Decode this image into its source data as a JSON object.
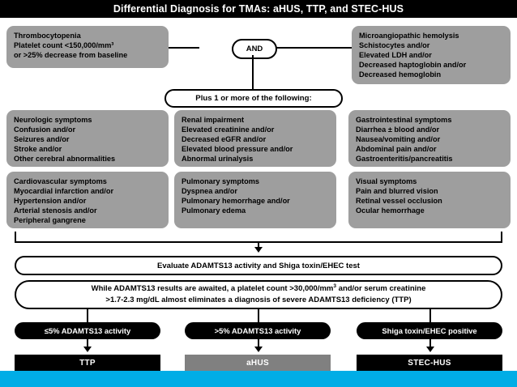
{
  "header": {
    "title": "Differential Diagnosis for TMAs: aHUS, TTP, and STEC-HUS"
  },
  "colors": {
    "header_bg": "#000000",
    "criteria_box_bg": "#9e9e9e",
    "outcome_black": "#000000",
    "outcome_gray": "#808080",
    "footer_accent": "#00ade6",
    "line": "#000000"
  },
  "top_criteria": {
    "left": {
      "title": "Thrombocytopenia",
      "lines": [
        "Platelet count <150,000/mm³",
        "or >25% decrease from baseline"
      ]
    },
    "connector_label": "AND",
    "right": {
      "title": "Microangiopathic hemolysis",
      "lines": [
        "Schistocytes and/or",
        "Elevated LDH and/or",
        "Decreased haptoglobin and/or",
        "Decreased hemoglobin"
      ]
    }
  },
  "plus_label": "Plus 1 or more of the following:",
  "symptom_boxes": [
    {
      "title": "Neurologic symptoms",
      "lines": [
        "Confusion and/or",
        "Seizures and/or",
        "Stroke and/or",
        "Other cerebral abnormalities"
      ]
    },
    {
      "title": "Renal impairment",
      "lines": [
        "Elevated creatinine and/or",
        "Decreased eGFR and/or",
        "Elevated blood pressure and/or",
        "Abnormal urinalysis"
      ]
    },
    {
      "title": "Gastrointestinal symptoms",
      "lines": [
        "Diarrhea ± blood and/or",
        "Nausea/vomiting and/or",
        "Abdominal pain and/or",
        "Gastroenteritis/pancreatitis"
      ]
    },
    {
      "title": "Cardiovascular symptoms",
      "lines": [
        "Myocardial infarction and/or",
        "Hypertension and/or",
        "Arterial stenosis and/or",
        "Peripheral gangrene"
      ]
    },
    {
      "title": "Pulmonary symptoms",
      "lines": [
        "Dyspnea and/or",
        "Pulmonary hemorrhage and/or",
        "Pulmonary edema"
      ]
    },
    {
      "title": "Visual symptoms",
      "lines": [
        "Pain and blurred vision",
        "Retinal vessel occlusion",
        "Ocular hemorrhage"
      ]
    }
  ],
  "evaluate_bar": "Evaluate ADAMTS13 activity and Shiga toxin/EHEC test",
  "note_bar": {
    "line1_a": "While ADAMTS13 results are awaited, a platelet count >30,000/mm",
    "line1_sup": "3",
    "line1_b": " and/or serum creatinine",
    "line2": ">1.7-2.3 mg/dL almost eliminates a diagnosis of severe ADAMTS13 deficiency (TTP)"
  },
  "results": [
    {
      "test": "≤5% ADAMTS13 activity",
      "diagnosis": "TTP",
      "style": "black"
    },
    {
      "test": ">5% ADAMTS13 activity",
      "diagnosis": "aHUS",
      "style": "gray"
    },
    {
      "test": "Shiga toxin/EHEC positive",
      "diagnosis": "STEC-HUS",
      "style": "black"
    }
  ]
}
